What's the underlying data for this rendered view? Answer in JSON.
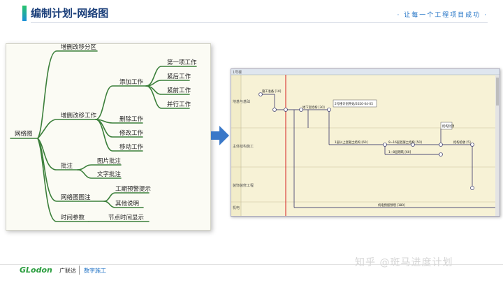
{
  "header": {
    "title": "编制计划-网络图",
    "slogan": "· 让每一个工程项目成功 ·",
    "accent_color": "#1b3f7a"
  },
  "mindmap": {
    "root": "网络图",
    "branch1": "增删改移分区",
    "branch2": "增删改移工作",
    "add_work": "添加工作",
    "first_work": "第一项工作",
    "next_work": "紧后工作",
    "prev_work": "紧前工作",
    "parallel_work": "并行工作",
    "delete_work": "删除工作",
    "modify_work": "修改工作",
    "move_work": "移动工作",
    "branch3": "批注",
    "image_note": "图片批注",
    "text_note": "文字批注",
    "branch4": "网络图图注",
    "period_warning": "工期预警提示",
    "other_notes": "其他说明",
    "branch5": "时间参数",
    "node_time": "节点时间显示",
    "line_color": "#2e7d32"
  },
  "network": {
    "header_label": "1号楼",
    "lane_foundation": "地基与基础",
    "lane_main": "主体结构施工",
    "lane_decor": "装饰装修工程",
    "lane_mech": "机电",
    "task_foundation": "施工准备 [10]",
    "task_frame": "地下室结构 [30]",
    "task_note": "2号楼计划开始/2020-04-05",
    "task_upper1": "1层以上混凝土结构 [60]",
    "task_upper2": "9~16层混凝土结构 [50]",
    "task_upper3": "1~8层砌筑 [60]",
    "task_roof": "结构封顶",
    "task_check": "结构验收 [5]",
    "task_mep": "机电预留预埋 [180]",
    "red_line_color": "#d62020"
  },
  "footer": {
    "logo": "GLodon",
    "brand": "广联达",
    "tagline": "数字施工",
    "watermark": "知乎 @斑马进度计划"
  }
}
